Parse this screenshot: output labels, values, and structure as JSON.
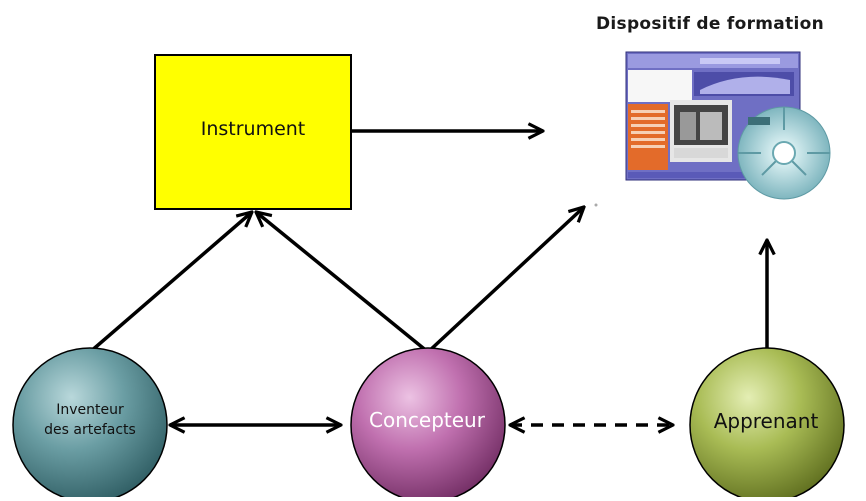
{
  "diagram": {
    "title": "Dispositif de formation",
    "nodes": {
      "instrument": "Instrument",
      "inventeur_line1": "Inventeur",
      "inventeur_line2": "des artefacts",
      "concepteur": "Concepteur",
      "apprenant": "Apprenant"
    },
    "colors": {
      "instrument_fill": "#ffff00",
      "inventeur_fill": "#4a8188",
      "concepteur_fill": "#a94f96",
      "apprenant_fill": "#8d9f3a",
      "arrow": "#000000"
    },
    "edges": [
      {
        "from": "Instrument",
        "to": "Dispositif de formation",
        "style": "solid",
        "direction": "forward"
      },
      {
        "from": "Inventeur des artefacts",
        "to": "Instrument",
        "style": "solid",
        "direction": "forward"
      },
      {
        "from": "Concepteur",
        "to": "Instrument",
        "style": "solid",
        "direction": "forward"
      },
      {
        "from": "Concepteur",
        "to": "Dispositif de formation",
        "style": "solid",
        "direction": "forward"
      },
      {
        "from": "Inventeur des artefacts",
        "to": "Concepteur",
        "style": "solid",
        "direction": "both"
      },
      {
        "from": "Concepteur",
        "to": "Apprenant",
        "style": "dashed",
        "direction": "both"
      },
      {
        "from": "Apprenant",
        "to": "Dispositif de formation",
        "style": "solid",
        "direction": "forward"
      }
    ],
    "image_icon": "training-materials-screenshot-and-cd-icon"
  }
}
